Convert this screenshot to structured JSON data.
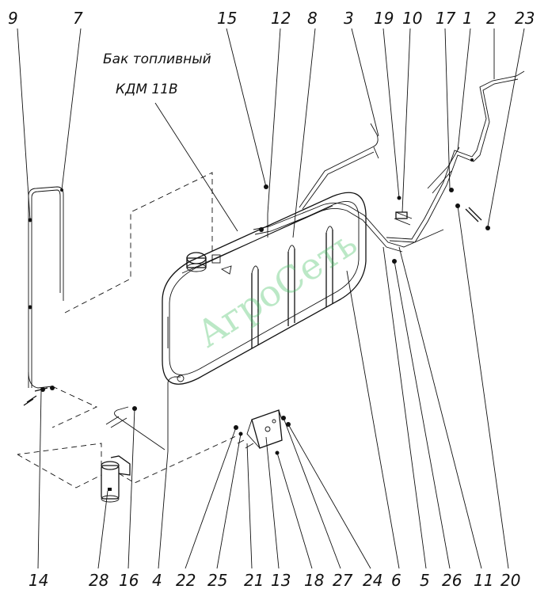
{
  "caption": {
    "line1": "Бак топливный",
    "line2": "КДМ 11В"
  },
  "watermark": "АгроСеть",
  "top_labels": [
    "9",
    "7",
    "15",
    "12",
    "8",
    "3",
    "19",
    "10",
    "17",
    "1",
    "2",
    "23"
  ],
  "bottom_labels": [
    "14",
    "28",
    "16",
    "4",
    "22",
    "25",
    "21",
    "13",
    "18",
    "27",
    "24",
    "6",
    "5",
    "26",
    "11",
    "20"
  ]
}
